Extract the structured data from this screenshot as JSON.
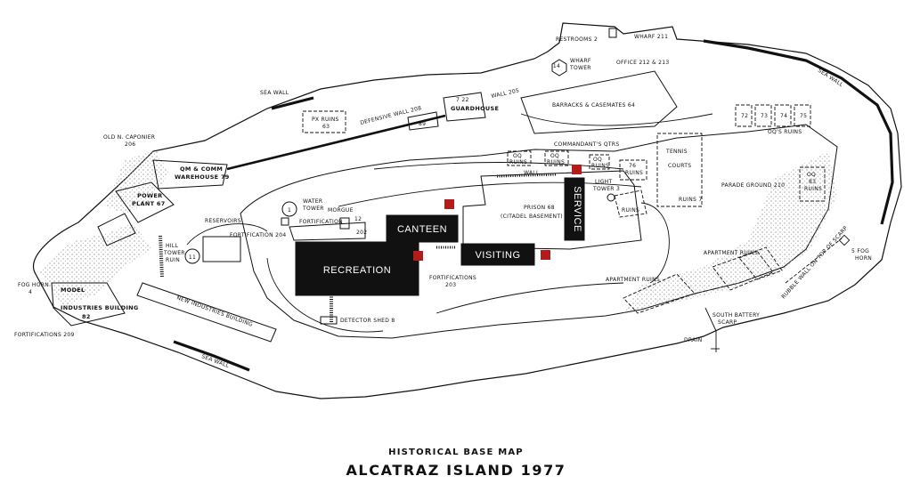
{
  "title": {
    "line1": "HISTORICAL BASE MAP",
    "line2": "ALCATRAZ ISLAND 1977"
  },
  "highlight_color": "#ffffff",
  "zones": {
    "canteen": "CANTEEN",
    "recreation": "RECREATION",
    "visiting": "VISITING",
    "service": "SERVICE"
  },
  "labels": {
    "restrooms": "RESTROOMS 2",
    "wharf": "WHARF 211",
    "wharf_tower_num": "14",
    "wharf_tower": "WHARF",
    "wharf_tower2": "TOWER",
    "office": "OFFICE 212 & 213",
    "sea_wall_nw": "SEA WALL",
    "sea_wall_ne": "SEA WALL",
    "sea_wall_s": "SEA WALL",
    "defensive_wall": "DEFENSIVE WALL 208",
    "wall_205": "WALL 205",
    "guardhouse_nums": "7   22",
    "guardhouse": "GUARDHOUSE",
    "barracks": "BARRACKS & CASEMATES 64",
    "px_ruins": "PX RUINS",
    "px_num": "63",
    "b89": "89",
    "caponier": "OLD N. CAPONIER",
    "caponier_num": "206",
    "qm_comm": "QM & COMM",
    "warehouse": "WAREHOUSE 79",
    "power": "POWER",
    "plant": "PLANT 67",
    "commandants": "COMMANDANT'S QTRS",
    "oq1": "OQ",
    "oq1b": "RUINS",
    "oq2": "OQ",
    "oq2b": "RUINS",
    "oq3": "OQ",
    "oq3b": "RUINS",
    "r76": "76",
    "r76b": "RUINS",
    "wall": "WALL",
    "light": "LIGHT",
    "tower3": "TOWER 3",
    "ruins": "RUINS",
    "tennis": "TENNIS",
    "courts": "COURTS",
    "ruins7": "RUINS 7",
    "parade": "PARADE GROUND 210",
    "oqs_ruins": "OQ'S RUINS",
    "q72": "72",
    "q73": "73",
    "q74": "74",
    "q75": "75",
    "oq83": "OQ",
    "oq83b": "83",
    "oq83c": "RUINS",
    "water": "WATER",
    "tower_w": "TOWER",
    "water_num": "1",
    "morgue": "MORGUE",
    "morgue_num": "12",
    "reservoirs": "RESERVOIRS",
    "fortification": "FORTIFICATION",
    "fort_204": "FORTIFICATION 204",
    "f202": "202",
    "prison": "PRISON 68",
    "citadel": "(CITADEL BASEMENT)",
    "hill": "HILL",
    "tower_h": "TOWER",
    "ruin": "RUIN",
    "hill_num": "11",
    "fort_203a": "FORTIFICATIONS",
    "fort_203b": "203",
    "apt_ruins1": "APARTMENT RUINS",
    "apt_ruins2": "APARTMENT RUINS",
    "detector": "DETECTOR SHED 8",
    "new_industries": "NEW INDUSTRIES BUILDING",
    "fog_horn_w": "FOG HORN",
    "fog_w_num": "4",
    "model": "MODEL",
    "industries": "INDUSTRIES  BUILDING",
    "ind_num": "82",
    "fort_209": "FORTIFICATIONS 209",
    "south_battery": "SOUTH BATTERY",
    "scarp": "SCARP",
    "drain": "DRAIN",
    "fog_horn_e": "5 FOG",
    "fog_horn_e2": "HORN",
    "rubble": "RUBBLE WALL ON TOP OF SCARP"
  }
}
